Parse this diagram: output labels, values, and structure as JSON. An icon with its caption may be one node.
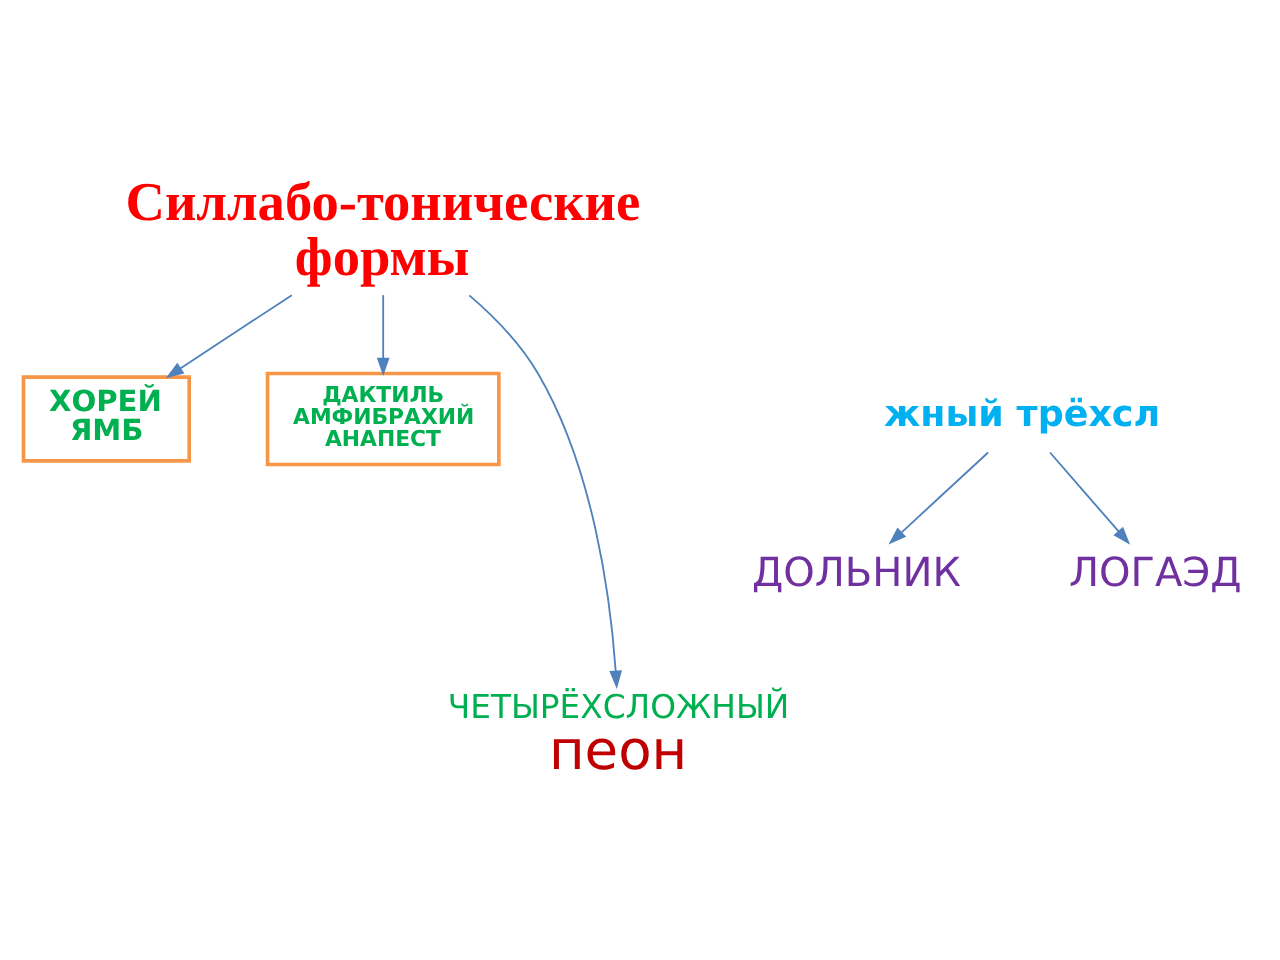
{
  "diagram": {
    "nodes": [
      {
        "text": [
          "Силлабо-тонические формы"
        ]
      },
      {
        "text": [
          "ХОРЕЙ ЯМБ"
        ]
      },
      {
        "text": [
          "жный трёхсл"
        ]
      },
      {
        "text": [
          "ДАКТИЛЬ АМФИБРАХИЙ АНАПЕСТ"
        ]
      },
      {
        "text": [
          "ДОЛЬНИК"
        ]
      },
      {
        "text": [
          "ЛОГАЭД"
        ]
      },
      {
        "text": [
          "ЧЕТЫРЁХСЛОЖНЫЙ",
          "пеон"
        ]
      }
    ],
    "edges": [
      {
        "from": 0,
        "to": 1,
        "arrow": "to"
      },
      {
        "from": 0,
        "to": 3,
        "arrow": "to"
      },
      {
        "from": 0,
        "to": 6,
        "arrow": "to"
      },
      {
        "from": 2,
        "to": 4,
        "arrow": "to"
      },
      {
        "from": 2,
        "to": 5,
        "arrow": "to"
      }
    ]
  }
}
